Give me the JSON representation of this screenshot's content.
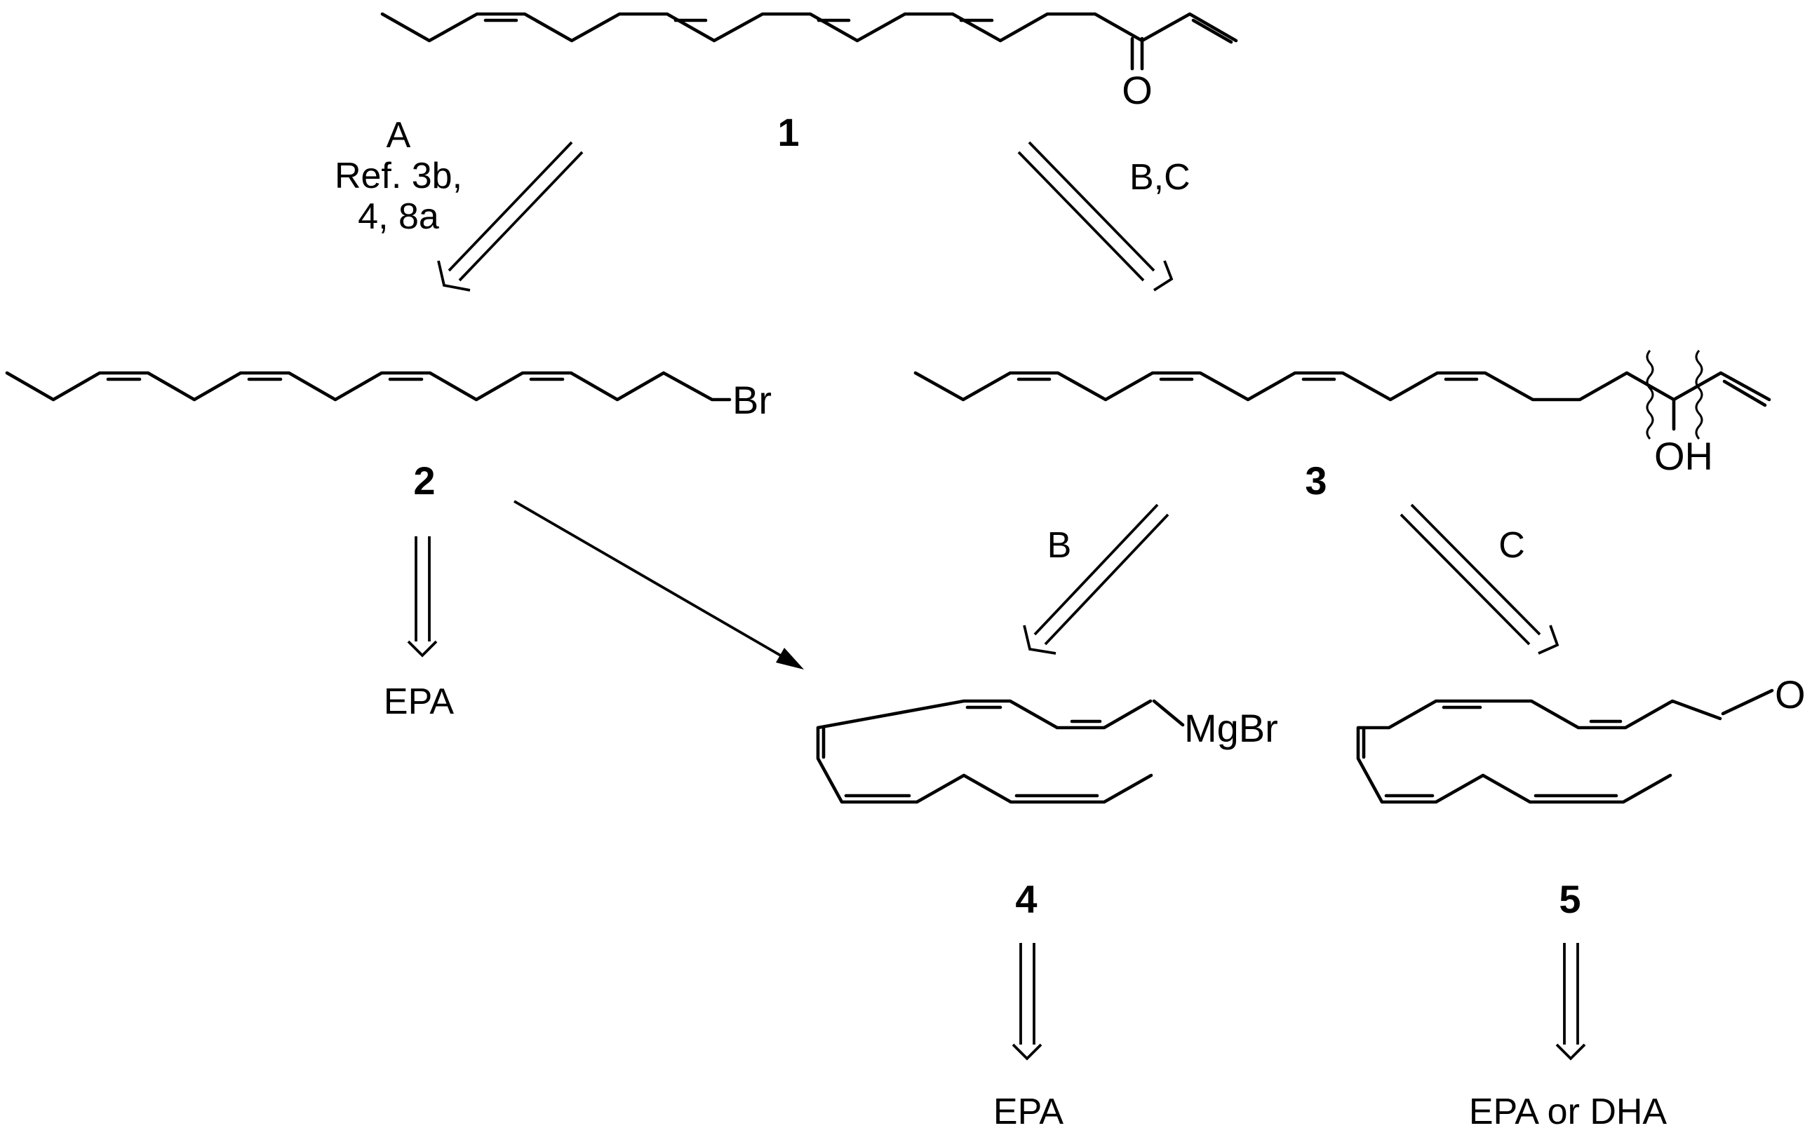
{
  "compounds": {
    "c1": "1",
    "c2": "2",
    "c3": "3",
    "c4": "4",
    "c5": "5"
  },
  "atoms": {
    "oxygen_1": "O",
    "bromine_2": "Br",
    "hydroxyl_3": "OH",
    "grignard_4": "MgBr",
    "oxygen_5": "O"
  },
  "conditions": {
    "route_a": "A",
    "ref_line1": "Ref. 3b,",
    "ref_line2": "4, 8a",
    "route_bc": "B,C",
    "route_b": "B",
    "route_c": "C"
  },
  "products": {
    "from_2": "EPA",
    "from_4": "EPA",
    "from_5": "EPA or DHA"
  }
}
